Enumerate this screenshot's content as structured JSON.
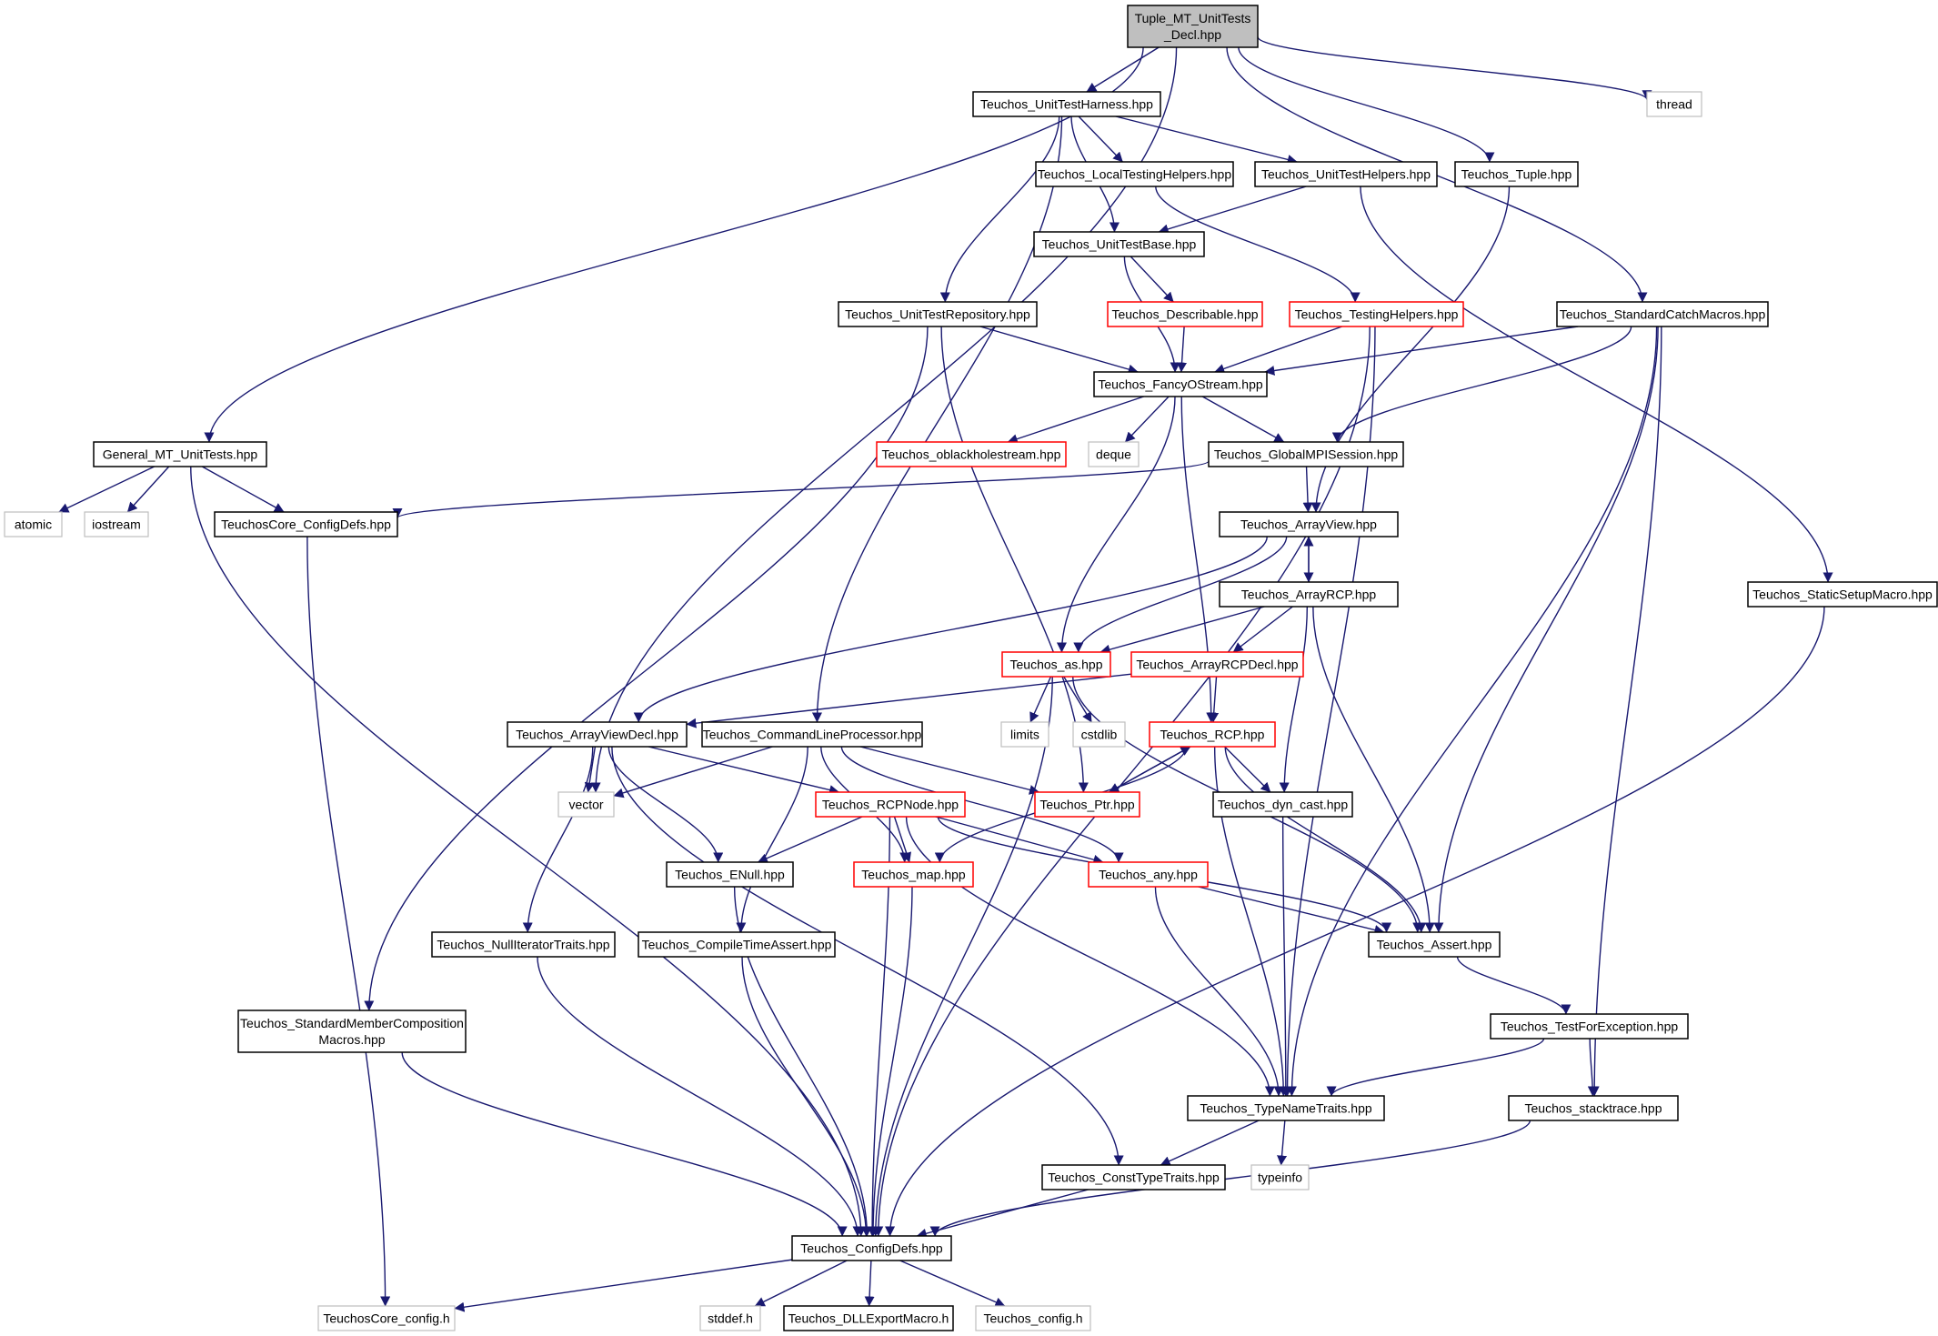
{
  "nodes": [
    {
      "id": "root",
      "label": [
        "Tuple_MT_UnitTests",
        "_Decl.hpp"
      ],
      "style": "root"
    },
    {
      "id": "harness",
      "label": [
        "Teuchos_UnitTestHarness.hpp"
      ],
      "style": "normal"
    },
    {
      "id": "thread",
      "label": [
        "thread"
      ],
      "style": "external"
    },
    {
      "id": "localtest",
      "label": [
        "Teuchos_LocalTestingHelpers.hpp"
      ],
      "style": "normal"
    },
    {
      "id": "unithelp",
      "label": [
        "Teuchos_UnitTestHelpers.hpp"
      ],
      "style": "normal"
    },
    {
      "id": "tuple",
      "label": [
        "Teuchos_Tuple.hpp"
      ],
      "style": "normal"
    },
    {
      "id": "unitbase",
      "label": [
        "Teuchos_UnitTestBase.hpp"
      ],
      "style": "normal"
    },
    {
      "id": "unitrepo",
      "label": [
        "Teuchos_UnitTestRepository.hpp"
      ],
      "style": "normal"
    },
    {
      "id": "describable",
      "label": [
        "Teuchos_Describable.hpp"
      ],
      "style": "truncated"
    },
    {
      "id": "testinghelpers",
      "label": [
        "Teuchos_TestingHelpers.hpp"
      ],
      "style": "truncated"
    },
    {
      "id": "stdcatch",
      "label": [
        "Teuchos_StandardCatchMacros.hpp"
      ],
      "style": "normal"
    },
    {
      "id": "fancy",
      "label": [
        "Teuchos_FancyOStream.hpp"
      ],
      "style": "normal"
    },
    {
      "id": "general",
      "label": [
        "General_MT_UnitTests.hpp"
      ],
      "style": "normal"
    },
    {
      "id": "oblack",
      "label": [
        "Teuchos_oblackholestream.hpp"
      ],
      "style": "truncated"
    },
    {
      "id": "deque",
      "label": [
        "deque"
      ],
      "style": "external"
    },
    {
      "id": "globalmpi",
      "label": [
        "Teuchos_GlobalMPISession.hpp"
      ],
      "style": "normal"
    },
    {
      "id": "atomic",
      "label": [
        "atomic"
      ],
      "style": "external"
    },
    {
      "id": "iostream",
      "label": [
        "iostream"
      ],
      "style": "external"
    },
    {
      "id": "coreconfigdefs",
      "label": [
        "TeuchosCore_ConfigDefs.hpp"
      ],
      "style": "normal"
    },
    {
      "id": "arrayview",
      "label": [
        "Teuchos_ArrayView.hpp"
      ],
      "style": "normal"
    },
    {
      "id": "staticsetup",
      "label": [
        "Teuchos_StaticSetupMacro.hpp"
      ],
      "style": "normal"
    },
    {
      "id": "arrayrcp",
      "label": [
        "Teuchos_ArrayRCP.hpp"
      ],
      "style": "normal"
    },
    {
      "id": "as",
      "label": [
        "Teuchos_as.hpp"
      ],
      "style": "truncated"
    },
    {
      "id": "arrayrcpdecl",
      "label": [
        "Teuchos_ArrayRCPDecl.hpp"
      ],
      "style": "truncated"
    },
    {
      "id": "limits",
      "label": [
        "limits"
      ],
      "style": "external"
    },
    {
      "id": "cstdlib",
      "label": [
        "cstdlib"
      ],
      "style": "external"
    },
    {
      "id": "arrayviewdecl",
      "label": [
        "Teuchos_ArrayViewDecl.hpp"
      ],
      "style": "normal"
    },
    {
      "id": "cmdline",
      "label": [
        "Teuchos_CommandLineProcessor.hpp"
      ],
      "style": "normal"
    },
    {
      "id": "rcp",
      "label": [
        "Teuchos_RCP.hpp"
      ],
      "style": "truncated"
    },
    {
      "id": "vector",
      "label": [
        "vector"
      ],
      "style": "external"
    },
    {
      "id": "rcpnode",
      "label": [
        "Teuchos_RCPNode.hpp"
      ],
      "style": "truncated"
    },
    {
      "id": "ptr",
      "label": [
        "Teuchos_Ptr.hpp"
      ],
      "style": "truncated"
    },
    {
      "id": "dyncast",
      "label": [
        "Teuchos_dyn_cast.hpp"
      ],
      "style": "normal"
    },
    {
      "id": "enull",
      "label": [
        "Teuchos_ENull.hpp"
      ],
      "style": "normal"
    },
    {
      "id": "map",
      "label": [
        "Teuchos_map.hpp"
      ],
      "style": "truncated"
    },
    {
      "id": "any",
      "label": [
        "Teuchos_any.hpp"
      ],
      "style": "truncated"
    },
    {
      "id": "nulliter",
      "label": [
        "Teuchos_NullIteratorTraits.hpp"
      ],
      "style": "normal"
    },
    {
      "id": "compiletime",
      "label": [
        "Teuchos_CompileTimeAssert.hpp"
      ],
      "style": "normal"
    },
    {
      "id": "assert",
      "label": [
        "Teuchos_Assert.hpp"
      ],
      "style": "normal"
    },
    {
      "id": "stdmember",
      "label": [
        "Teuchos_StandardMemberComposition",
        "Macros.hpp"
      ],
      "style": "normal"
    },
    {
      "id": "testforexc",
      "label": [
        "Teuchos_TestForException.hpp"
      ],
      "style": "normal"
    },
    {
      "id": "typename",
      "label": [
        "Teuchos_TypeNameTraits.hpp"
      ],
      "style": "normal"
    },
    {
      "id": "stacktrace",
      "label": [
        "Teuchos_stacktrace.hpp"
      ],
      "style": "normal"
    },
    {
      "id": "consttype",
      "label": [
        "Teuchos_ConstTypeTraits.hpp"
      ],
      "style": "normal"
    },
    {
      "id": "typeinfo",
      "label": [
        "typeinfo"
      ],
      "style": "external"
    },
    {
      "id": "configdefs",
      "label": [
        "Teuchos_ConfigDefs.hpp"
      ],
      "style": "normal"
    },
    {
      "id": "coreconfig",
      "label": [
        "TeuchosCore_config.h"
      ],
      "style": "external"
    },
    {
      "id": "stddef",
      "label": [
        "stddef.h"
      ],
      "style": "external"
    },
    {
      "id": "dllexport",
      "label": [
        "Teuchos_DLLExportMacro.h"
      ],
      "style": "normal"
    },
    {
      "id": "config",
      "label": [
        "Teuchos_config.h"
      ],
      "style": "external"
    }
  ],
  "edges": [
    [
      "root",
      "harness"
    ],
    [
      "root",
      "thread"
    ],
    [
      "root",
      "tuple"
    ],
    [
      "root",
      "stdcatch"
    ],
    [
      "root",
      "general"
    ],
    [
      "root",
      "vector"
    ],
    [
      "harness",
      "localtest"
    ],
    [
      "harness",
      "unithelp"
    ],
    [
      "harness",
      "unitbase"
    ],
    [
      "harness",
      "unitrepo"
    ],
    [
      "harness",
      "cmdline"
    ],
    [
      "localtest",
      "testinghelpers"
    ],
    [
      "unithelp",
      "unitbase"
    ],
    [
      "unithelp",
      "staticsetup"
    ],
    [
      "tuple",
      "arrayview"
    ],
    [
      "unitbase",
      "describable"
    ],
    [
      "unitbase",
      "fancy"
    ],
    [
      "describable",
      "fancy"
    ],
    [
      "unitrepo",
      "fancy"
    ],
    [
      "unitrepo",
      "ptr"
    ],
    [
      "unitrepo",
      "stdmember"
    ],
    [
      "testinghelpers",
      "fancy"
    ],
    [
      "testinghelpers",
      "typename"
    ],
    [
      "testinghelpers",
      "configdefs"
    ],
    [
      "stdcatch",
      "fancy"
    ],
    [
      "stdcatch",
      "globalmpi"
    ],
    [
      "stdcatch",
      "assert"
    ],
    [
      "stdcatch",
      "typename"
    ],
    [
      "stdcatch",
      "stacktrace"
    ],
    [
      "fancy",
      "oblack"
    ],
    [
      "fancy",
      "deque"
    ],
    [
      "fancy",
      "globalmpi"
    ],
    [
      "fancy",
      "as"
    ],
    [
      "fancy",
      "rcp"
    ],
    [
      "general",
      "atomic"
    ],
    [
      "general",
      "iostream"
    ],
    [
      "general",
      "coreconfigdefs"
    ],
    [
      "general",
      "configdefs"
    ],
    [
      "globalmpi",
      "coreconfigdefs"
    ],
    [
      "globalmpi",
      "arrayview"
    ],
    [
      "coreconfigdefs",
      "coreconfig"
    ],
    [
      "arrayview",
      "arrayrcp"
    ],
    [
      "arrayview",
      "as"
    ],
    [
      "arrayview",
      "arrayviewdecl"
    ],
    [
      "arrayrcp",
      "arrayview"
    ],
    [
      "arrayrcp",
      "as"
    ],
    [
      "arrayrcp",
      "arrayrcpdecl"
    ],
    [
      "arrayrcp",
      "dyncast"
    ],
    [
      "arrayrcp",
      "assert"
    ],
    [
      "staticsetup",
      "configdefs"
    ],
    [
      "as",
      "limits"
    ],
    [
      "as",
      "cstdlib"
    ],
    [
      "as",
      "assert"
    ],
    [
      "as",
      "configdefs"
    ],
    [
      "arrayrcpdecl",
      "rcp"
    ],
    [
      "arrayrcpdecl",
      "arrayviewdecl"
    ],
    [
      "arrayviewdecl",
      "vector"
    ],
    [
      "arrayviewdecl",
      "rcpnode"
    ],
    [
      "arrayviewdecl",
      "enull"
    ],
    [
      "arrayviewdecl",
      "nulliter"
    ],
    [
      "arrayviewdecl",
      "consttype"
    ],
    [
      "cmdline",
      "vector"
    ],
    [
      "cmdline",
      "ptr"
    ],
    [
      "cmdline",
      "map"
    ],
    [
      "cmdline",
      "any"
    ],
    [
      "cmdline",
      "compiletime"
    ],
    [
      "rcp",
      "ptr"
    ],
    [
      "rcp",
      "dyncast"
    ],
    [
      "rcp",
      "map"
    ],
    [
      "rcp",
      "assert"
    ],
    [
      "rcp",
      "typename"
    ],
    [
      "ptr",
      "rcp"
    ],
    [
      "rcpnode",
      "enull"
    ],
    [
      "rcpnode",
      "map"
    ],
    [
      "rcpnode",
      "any"
    ],
    [
      "rcpnode",
      "assert"
    ],
    [
      "rcpnode",
      "typename"
    ],
    [
      "rcpnode",
      "configdefs"
    ],
    [
      "dyncast",
      "typename"
    ],
    [
      "enull",
      "configdefs"
    ],
    [
      "map",
      "configdefs"
    ],
    [
      "any",
      "assert"
    ],
    [
      "any",
      "typename"
    ],
    [
      "nulliter",
      "configdefs"
    ],
    [
      "compiletime",
      "configdefs"
    ],
    [
      "stdmember",
      "configdefs"
    ],
    [
      "assert",
      "testforexc"
    ],
    [
      "testforexc",
      "typename"
    ],
    [
      "testforexc",
      "stacktrace"
    ],
    [
      "typename",
      "consttype"
    ],
    [
      "typename",
      "typeinfo"
    ],
    [
      "stacktrace",
      "configdefs"
    ],
    [
      "consttype",
      "configdefs"
    ],
    [
      "configdefs",
      "coreconfig"
    ],
    [
      "configdefs",
      "stddef"
    ],
    [
      "configdefs",
      "dllexport"
    ],
    [
      "configdefs",
      "config"
    ]
  ]
}
